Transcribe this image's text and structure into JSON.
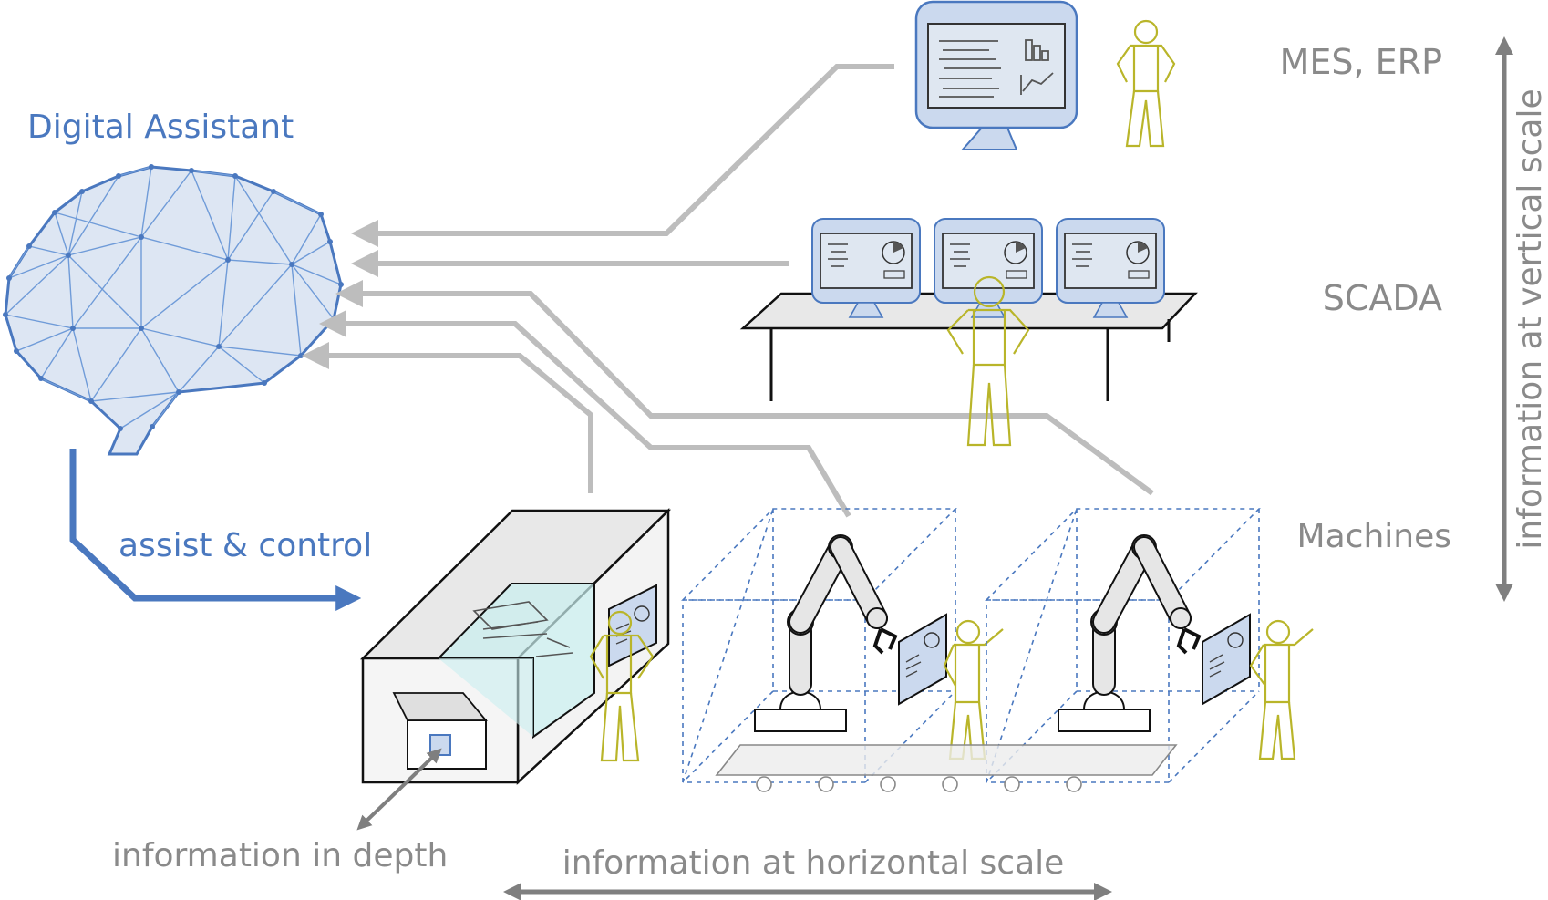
{
  "labels": {
    "digital_assistant": "Digital Assistant",
    "assist_control": "assist & control",
    "mes_erp": "MES, ERP",
    "scada": "SCADA",
    "machines": "Machines",
    "vertical_scale": "information at vertical scale",
    "horizontal_scale": "information at horizontal scale",
    "depth": "information in depth"
  },
  "colors": {
    "assistant_blue": "#4a78bf",
    "brain_fill": "#dde6f3",
    "gray_line": "#bdbdbd",
    "text_gray": "#8a8a8a",
    "person_yellow": "#b9b52a",
    "monitor_fill": "#cbd9ee",
    "monitor_stroke": "#4a78bf",
    "glass_fill": "#c9eff0"
  }
}
